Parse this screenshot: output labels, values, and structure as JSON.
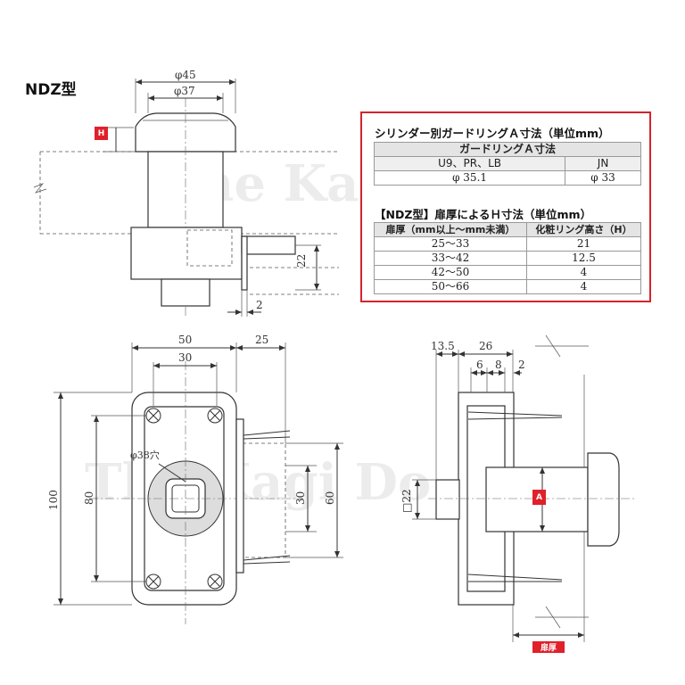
{
  "model_title": "NDZ型",
  "badges": {
    "h": "H",
    "a": "A",
    "door_thickness": "扉厚"
  },
  "watermark": "The Kagi Do",
  "top_view": {
    "dim_outer_dia": "φ45",
    "dim_inner_dia": "φ37",
    "dim_22": "22",
    "dim_2": "2"
  },
  "front_view": {
    "dim_50": "50",
    "dim_25": "25",
    "dim_30_top": "30",
    "dim_100": "100",
    "dim_80": "80",
    "dim_30_side": "30",
    "dim_60": "60",
    "hole_label": "φ38穴"
  },
  "side_view": {
    "dim_13_5": "13.5",
    "dim_26": "26",
    "dim_6": "6",
    "dim_8": "8",
    "dim_2": "2",
    "dim_square_22": "□22"
  },
  "spec_panel": {
    "guard_ring_title": "シリンダー別ガードリングＡ寸法（単位mm）",
    "guard_ring_header": "ガードリングＡ寸法",
    "guard_ring_columns": [
      "U9、PR、LB",
      "JN"
    ],
    "guard_ring_values": [
      "φ 35.1",
      "φ 33"
    ],
    "h_title": "【NDZ型】扉厚によるＨ寸法（単位mm）",
    "h_columns": [
      "扉厚（mm以上〜mm未満）",
      "化粧リング高さ（H）"
    ],
    "h_rows": [
      [
        "25〜33",
        "21"
      ],
      [
        "33〜42",
        "12.5"
      ],
      [
        "42〜50",
        "4"
      ],
      [
        "50〜66",
        "4"
      ]
    ]
  },
  "colors": {
    "accent_red": "#e0202a",
    "panel_border": "#d4242c"
  }
}
